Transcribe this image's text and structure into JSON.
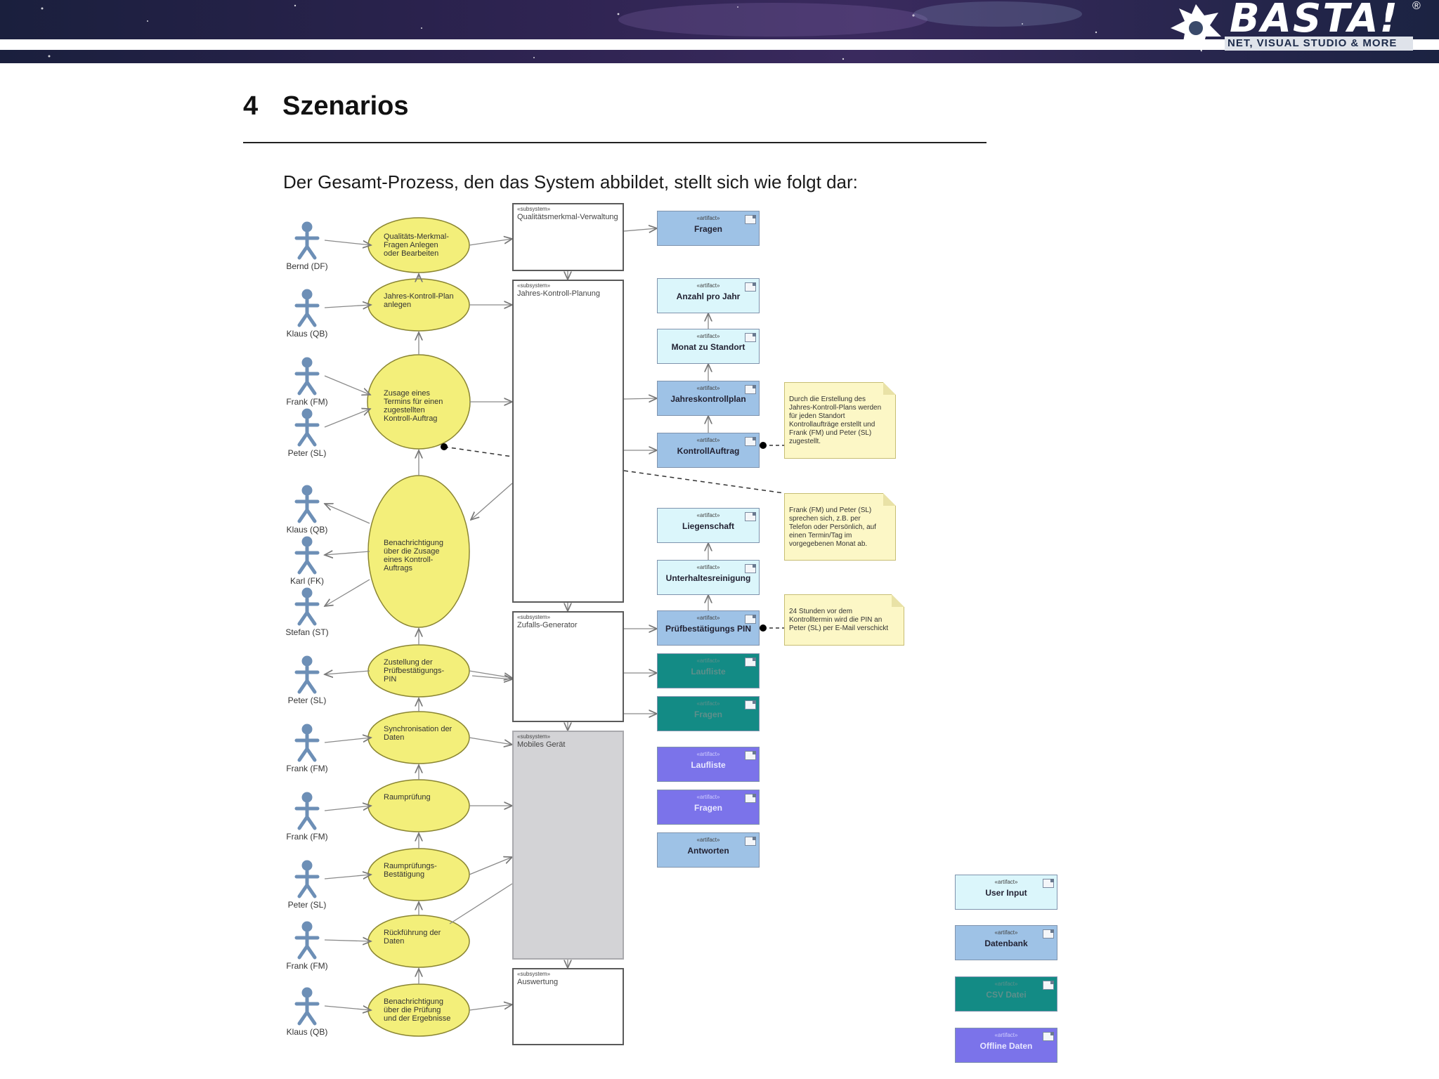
{
  "banner": {
    "logo_text": "BASTA!",
    "logo_reg": "®",
    "logo_sub": "NET, VISUAL STUDIO & MORE"
  },
  "heading": {
    "number": "4",
    "title": "Szenarios"
  },
  "intro": "Der Gesamt-Prozess, den das System abbildet, stellt sich wie folgt dar:",
  "actors": [
    "Bernd (DF)",
    "Klaus (QB)",
    "Frank (FM)",
    "Peter (SL)",
    "Klaus (QB)",
    "Karl (FK)",
    "Stefan (ST)",
    "Peter (SL)",
    "Frank (FM)",
    "Frank (FM)",
    "Peter (SL)",
    "Frank (FM)",
    "Klaus (QB)"
  ],
  "use_cases": [
    "Qualitäts-Merkmal-\nFragen Anlegen\noder Bearbeiten",
    "Jahres-Kontroll-Plan\nanlegen",
    "Zusage eines\nTermins für einen\nzugestellten\nKontroll-Auftrag",
    "Benachrichtigung\nüber die Zusage\neines Kontroll-\nAuftrags",
    "Zustellung der\nPrüfbestätigungs-\nPIN",
    "Synchronisation der\nDaten",
    "Raumprüfung",
    "Raumprüfungs-\nBestätigung",
    "Rückführung der\nDaten",
    "Benachrichtigung\nüber die Prüfung\nund der Ergebnisse"
  ],
  "subsystem_stereotype": "«subsystem»",
  "subsystems": [
    "Qualitätsmerkmal-Verwaltung",
    "Jahres-Kontroll-Planung",
    "Zufalls-Generator",
    "Mobiles Gerät",
    "Auswertung"
  ],
  "artifact_stereotype": "«artifact»",
  "artifacts": [
    "Fragen",
    "Anzahl pro Jahr",
    "Monat zu Standort",
    "Jahreskontrollplan",
    "KontrollAuftrag",
    "Liegenschaft",
    "Unterhaltesreinigung",
    "Prüfbestätigungs PIN",
    "Laufliste",
    "Fragen",
    "Laufliste",
    "Fragen",
    "Antworten"
  ],
  "notes": [
    "Durch die Erstellung des\nJahres-Kontroll-Plans werden\nfür jeden Standort\nKontrollaufträge erstellt und\nFrank (FM) und Peter (SL)\nzugestellt.",
    "Frank (FM) und Peter (SL)\nsprechen sich, z.B. per\nTelefon oder Persönlich, auf\neinen Termin/Tag im\nvorgegebenen Monat ab.",
    "24 Stunden vor dem\nKontrolltermin wird die PIN an\nPeter (SL) per E-Mail verschickt"
  ],
  "legend": [
    "User Input",
    "Datenbank",
    "CSV Datei",
    "Offline Daten"
  ],
  "colors": {
    "use_case": "#f3ef7a",
    "user_input": "#dbf6fb",
    "datenbank": "#9ec2e6",
    "csv": "#138b85",
    "offline": "#7b73ea",
    "note": "#fcf7c6"
  }
}
